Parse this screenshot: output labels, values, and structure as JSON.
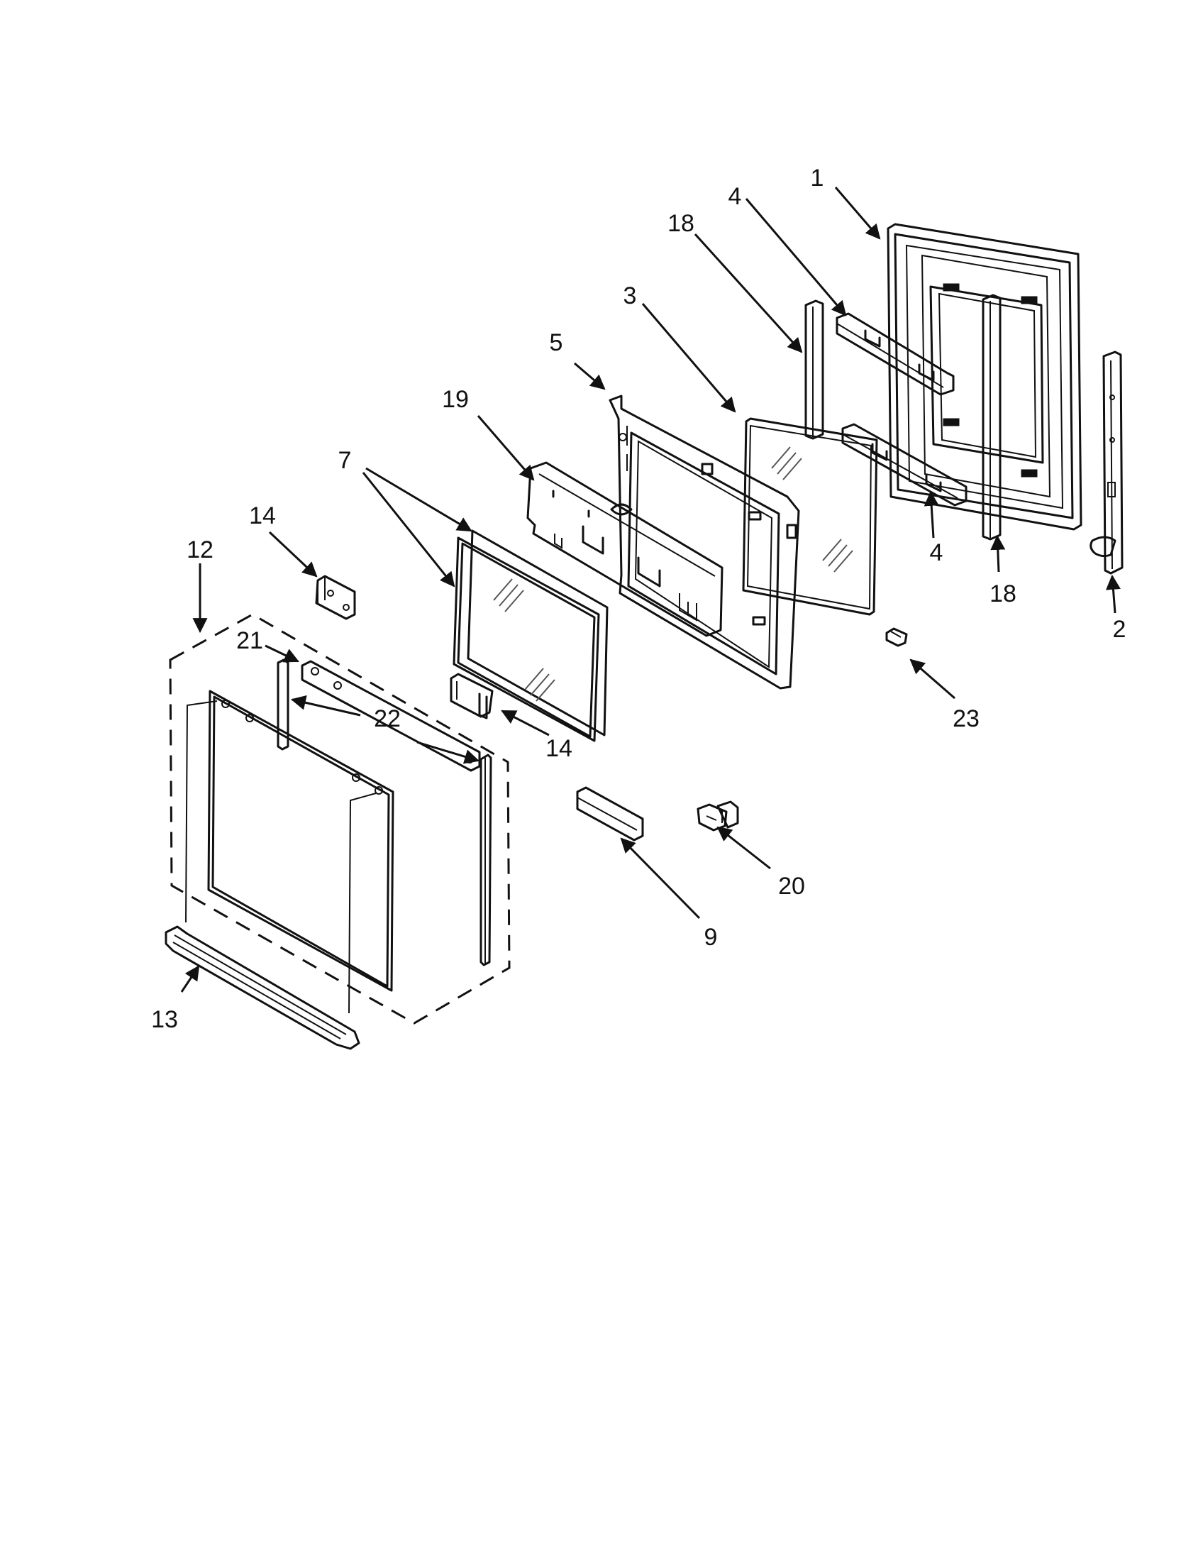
{
  "callouts": {
    "c1": "1",
    "c2": "2",
    "c3": "3",
    "c4a": "4",
    "c4b": "4",
    "c5": "5",
    "c7": "7",
    "c9": "9",
    "c12": "12",
    "c13": "13",
    "c14a": "14",
    "c14b": "14",
    "c18a": "18",
    "c18b": "18",
    "c19": "19",
    "c20": "20",
    "c21": "21",
    "c22": "22",
    "c23": "23"
  },
  "colors": {
    "ink": "#111111",
    "paper": "#ffffff"
  }
}
